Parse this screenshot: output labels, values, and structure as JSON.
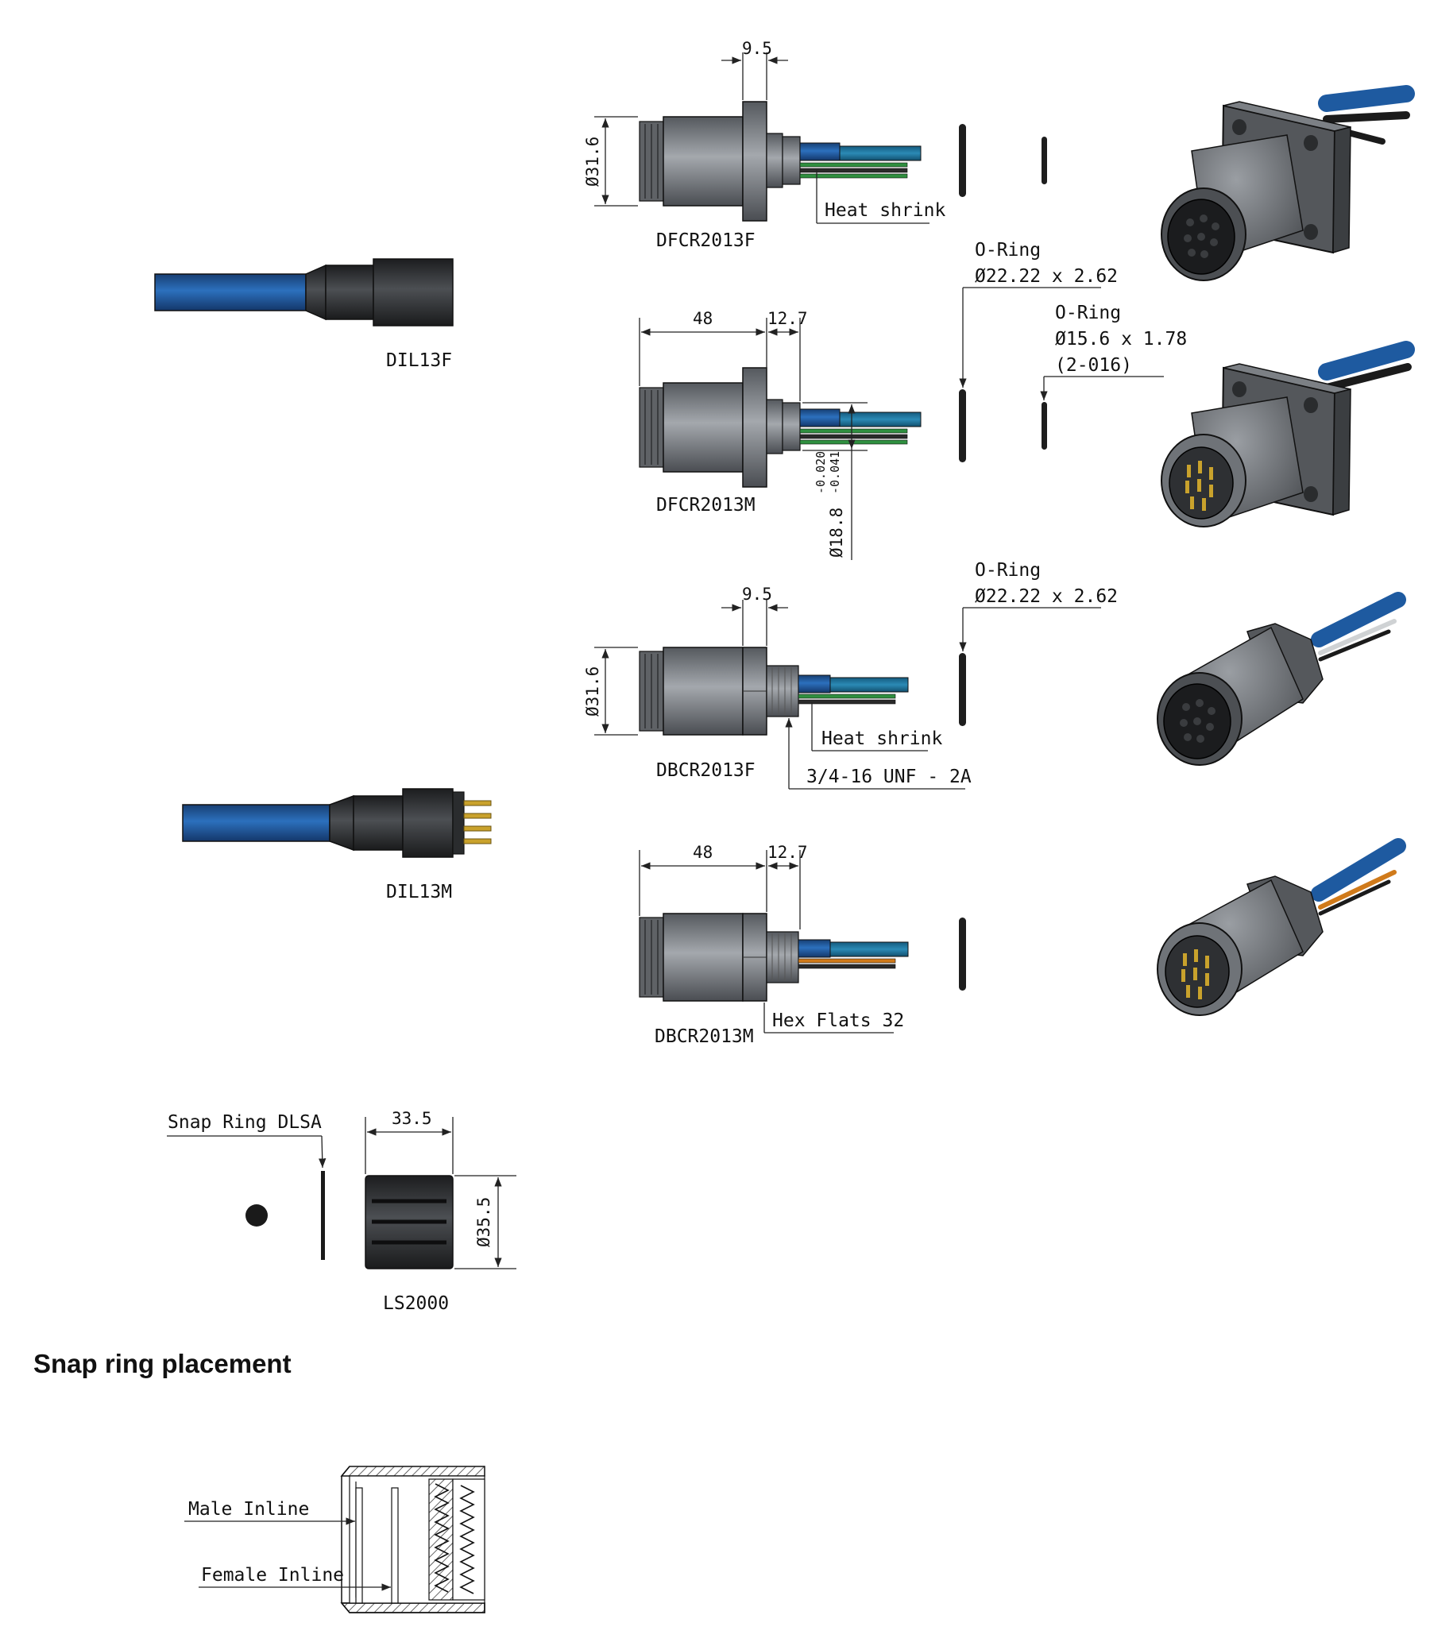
{
  "colors": {
    "cable_blue": "#1e5aa0",
    "metal_gray": "#7b7f84",
    "dark_gray": "#3b3d40",
    "wire_green": "#2f8f3f",
    "wire_orange": "#d07a1a"
  },
  "parts": {
    "dil13f": "DIL13F",
    "dil13m": "DIL13M",
    "ls2000": "LS2000",
    "dfcr2013f": "DFCR2013F",
    "dfcr2013m": "DFCR2013M",
    "dbcr2013f": "DBCR2013F",
    "dbcr2013m": "DBCR2013M"
  },
  "dims": {
    "d1_width": "9.5",
    "d1_dia": "Ø31.6",
    "d2_len": "48",
    "d2_step": "12.7",
    "d2_shaft_main": "Ø18.8",
    "d2_tol_top": "-0.020",
    "d2_tol_bot": "-0.041",
    "d3_width": "9.5",
    "d3_dia": "Ø31.6",
    "d4_len": "48",
    "d4_step": "12.7",
    "ls_len": "33.5",
    "ls_dia": "Ø35.5"
  },
  "callouts": {
    "heat_shrink_1": "Heat shrink",
    "heat_shrink_3": "Heat shrink",
    "thread": "3/4-16 UNF - 2A",
    "hex_flats": "Hex Flats 32",
    "oring_a_title": "O-Ring",
    "oring_a_size": "Ø22.22 x 2.62",
    "oring_b_title": "O-Ring",
    "oring_b_size": "Ø15.6 x 1.78",
    "oring_b_code": "(2-016)",
    "oring_c_title": "O-Ring",
    "oring_c_size": "Ø22.22 x 2.62",
    "snap_ring": "Snap Ring DLSA"
  },
  "placement": {
    "heading": "Snap ring placement",
    "male": "Male Inline",
    "female": "Female Inline"
  }
}
